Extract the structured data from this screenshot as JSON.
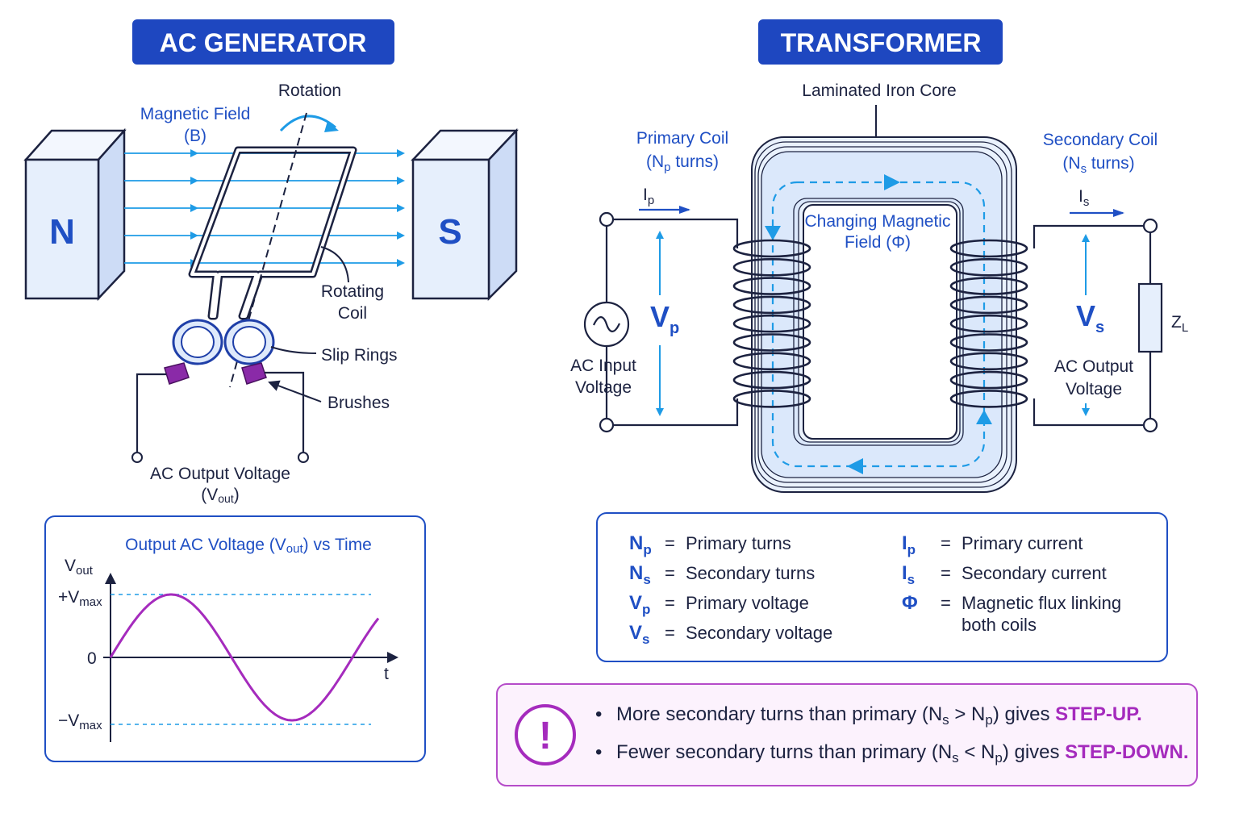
{
  "generator": {
    "title": "AC GENERATOR",
    "rotation": "Rotation",
    "magnetic_field_1": "Magnetic Field",
    "magnetic_field_2": "(B)",
    "north": "N",
    "south": "S",
    "rotating_coil_1": "Rotating",
    "rotating_coil_2": "Coil",
    "slip_rings": "Slip Rings",
    "brushes": "Brushes",
    "output_1": "AC Output Voltage",
    "output_2_open": "(V",
    "output_2_sub": "out",
    "output_2_close": ")"
  },
  "graph": {
    "title_a": "Output AC Voltage (V",
    "title_sub": "out",
    "title_b": ") vs Time",
    "y_axis_v": "V",
    "y_axis_sub": "out",
    "x_axis": "t",
    "plus_vmax": "+V",
    "minus_vmax": "−V",
    "max_sub": "max",
    "zero": "0"
  },
  "transformer": {
    "title": "TRANSFORMER",
    "core_label": "Laminated Iron Core",
    "primary_coil_1": "Primary Coil",
    "primary_coil_2a": "(N",
    "primary_coil_2sub": "p",
    "primary_coil_2b": " turns)",
    "secondary_coil_1": "Secondary Coil",
    "secondary_coil_2a": "(N",
    "secondary_coil_2sub": "s",
    "secondary_coil_2b": " turns)",
    "ip": "I",
    "ip_sub": "p",
    "is": "I",
    "is_sub": "s",
    "vp": "V",
    "vp_sub": "p",
    "vs": "V",
    "vs_sub": "s",
    "flux_1": "Changing Magnetic",
    "flux_2": "Field (Φ)",
    "input_1": "AC Input",
    "input_2": "Voltage",
    "output_1": "AC Output",
    "output_2": "Voltage",
    "load": "Z",
    "load_sub": "L"
  },
  "legend": {
    "left": [
      {
        "sym": "N",
        "sub": "p",
        "eq": "=",
        "text": "Primary turns"
      },
      {
        "sym": "N",
        "sub": "s",
        "eq": "=",
        "text": "Secondary turns"
      },
      {
        "sym": "V",
        "sub": "p",
        "eq": "=",
        "text": "Primary voltage"
      },
      {
        "sym": "V",
        "sub": "s",
        "eq": "=",
        "text": "Secondary voltage"
      }
    ],
    "right": [
      {
        "sym": "I",
        "sub": "p",
        "eq": "=",
        "text": "Primary current"
      },
      {
        "sym": "I",
        "sub": "s",
        "eq": "=",
        "text": "Secondary current"
      },
      {
        "sym": "Φ",
        "sub": "",
        "eq": "=",
        "text": "Magnetic flux linking",
        "text2": "both coils"
      }
    ]
  },
  "note": {
    "icon": "!",
    "bullet": "•",
    "line1_a": "More secondary turns than primary (N",
    "line1_sub1": "s",
    "line1_b": " > N",
    "line1_sub2": "p",
    "line1_c": ") gives ",
    "line1_hl": "STEP-UP.",
    "line2_a": "Fewer secondary turns than primary (N",
    "line2_sub1": "s",
    "line2_b": " < N",
    "line2_sub2": "p",
    "line2_c": ") gives ",
    "line2_hl": "STEP-DOWN."
  },
  "colors": {
    "title_bg": "#1e47c0",
    "accent_blue": "#1f4fc4",
    "field_blue": "#1e9be6",
    "magnet_fill": "#e6effc",
    "wave_purple": "#a52bbd",
    "brush_purple": "#8a2aa8",
    "note_border": "#b54cc9",
    "note_bg": "#fcf2fd"
  }
}
